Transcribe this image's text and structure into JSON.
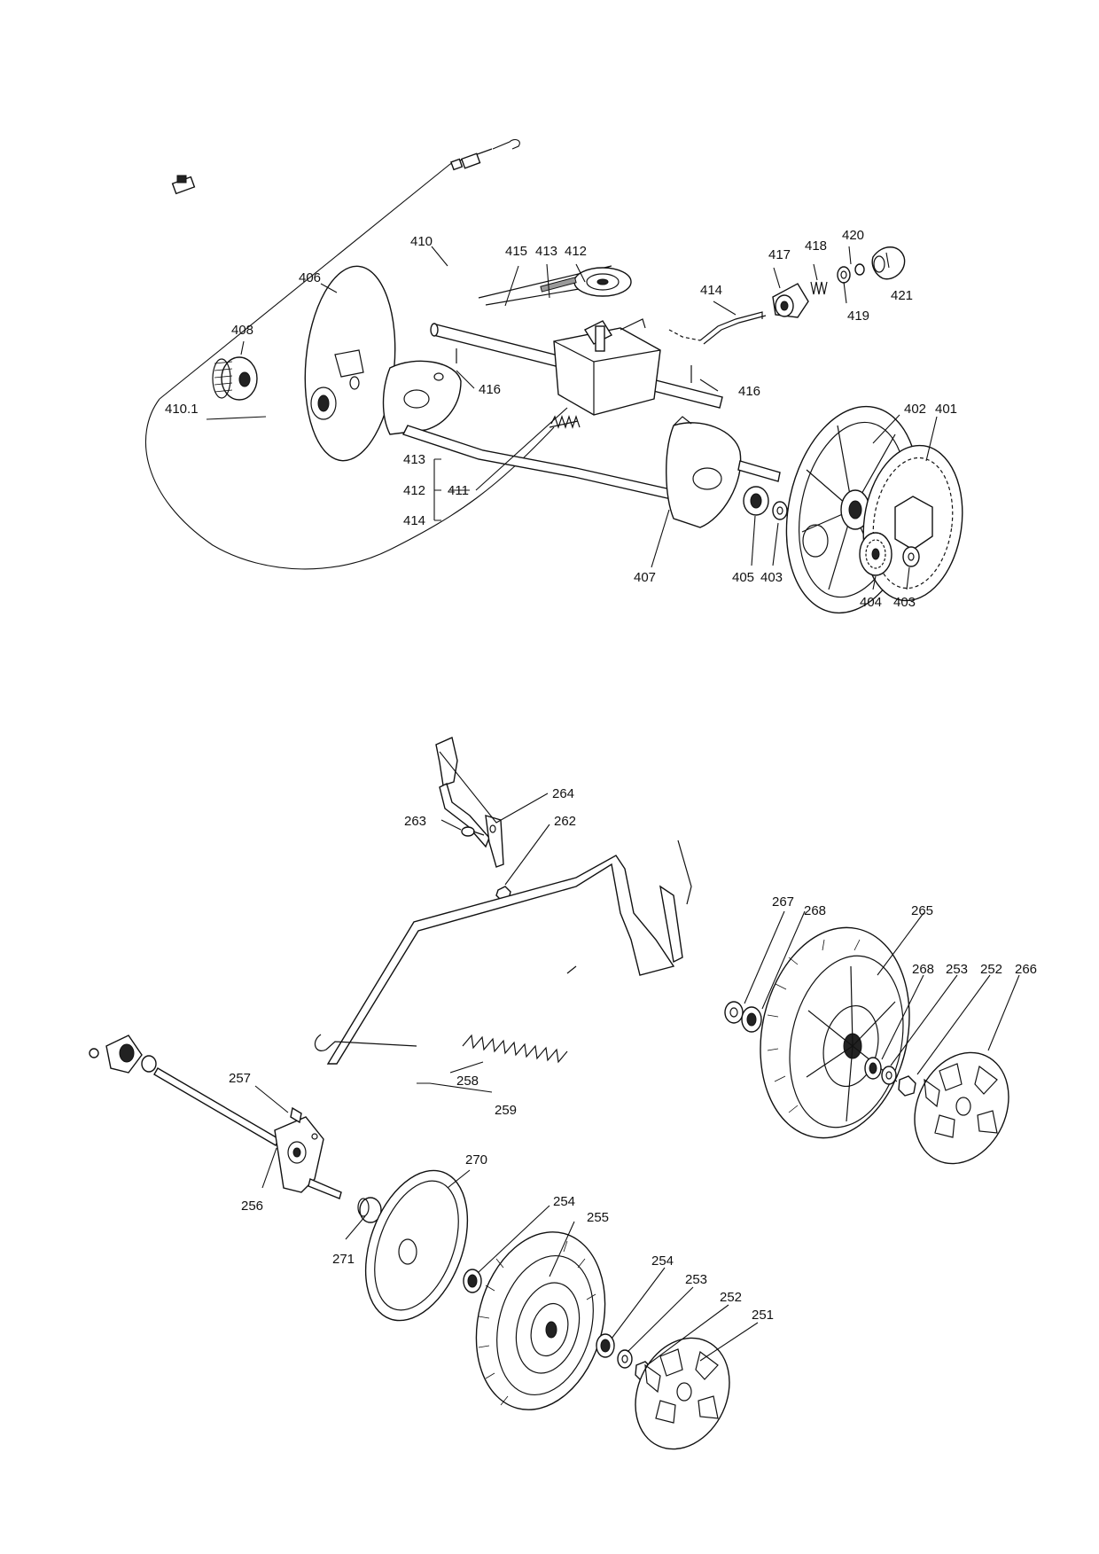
{
  "callouts": [
    {
      "key": "410",
      "text": "410"
    },
    {
      "key": "406",
      "text": "406"
    },
    {
      "key": "415",
      "text": "415"
    },
    {
      "key": "413a",
      "text": "413"
    },
    {
      "key": "412a",
      "text": "412"
    },
    {
      "key": "417",
      "text": "417"
    },
    {
      "key": "418",
      "text": "418"
    },
    {
      "key": "420",
      "text": "420"
    },
    {
      "key": "421",
      "text": "421"
    },
    {
      "key": "419",
      "text": "419"
    },
    {
      "key": "414a",
      "text": "414"
    },
    {
      "key": "408",
      "text": "408"
    },
    {
      "key": "416a",
      "text": "416"
    },
    {
      "key": "416b",
      "text": "416"
    },
    {
      "key": "4101",
      "text": "410.1"
    },
    {
      "key": "402",
      "text": "402"
    },
    {
      "key": "401",
      "text": "401"
    },
    {
      "key": "413b",
      "text": "413"
    },
    {
      "key": "412b",
      "text": "412"
    },
    {
      "key": "411",
      "text": "411"
    },
    {
      "key": "414b",
      "text": "414"
    },
    {
      "key": "407",
      "text": "407"
    },
    {
      "key": "405",
      "text": "405"
    },
    {
      "key": "403a",
      "text": "403"
    },
    {
      "key": "404",
      "text": "404"
    },
    {
      "key": "403b",
      "text": "403"
    },
    {
      "key": "264",
      "text": "264"
    },
    {
      "key": "263",
      "text": "263"
    },
    {
      "key": "262",
      "text": "262"
    },
    {
      "key": "267",
      "text": "267"
    },
    {
      "key": "268a",
      "text": "268"
    },
    {
      "key": "265",
      "text": "265"
    },
    {
      "key": "268b",
      "text": "268"
    },
    {
      "key": "253a",
      "text": "253"
    },
    {
      "key": "252a",
      "text": "252"
    },
    {
      "key": "266",
      "text": "266"
    },
    {
      "key": "257",
      "text": "257"
    },
    {
      "key": "258",
      "text": "258"
    },
    {
      "key": "259",
      "text": "259"
    },
    {
      "key": "256",
      "text": "256"
    },
    {
      "key": "270",
      "text": "270"
    },
    {
      "key": "254a",
      "text": "254"
    },
    {
      "key": "255",
      "text": "255"
    },
    {
      "key": "271",
      "text": "271"
    },
    {
      "key": "254b",
      "text": "254"
    },
    {
      "key": "253b",
      "text": "253"
    },
    {
      "key": "252b",
      "text": "252"
    },
    {
      "key": "251",
      "text": "251"
    }
  ]
}
